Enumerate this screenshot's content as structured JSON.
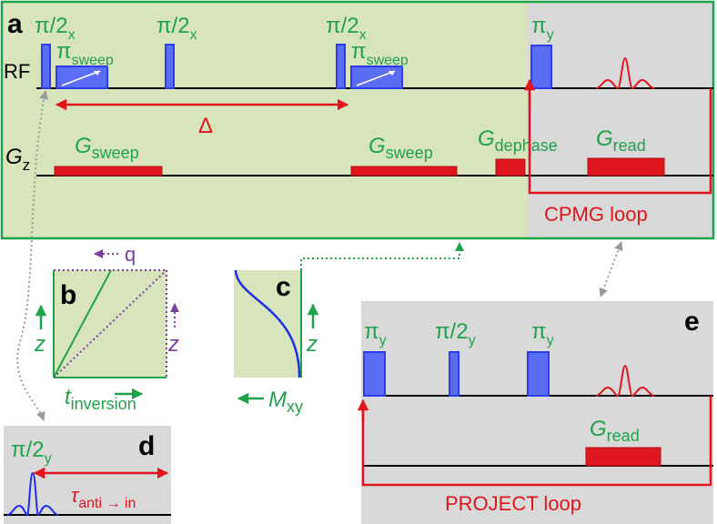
{
  "colors": {
    "panel_green_bg": "#d8e4bc",
    "panel_green_border": "#1fa34a",
    "panel_gray_bg": "#d9d9d9",
    "pulse_blue": "#2b3cf0",
    "pulse_blue_fill": "#5b6cf5",
    "gradient_red": "#e0161e",
    "label_green": "#1fa34a",
    "label_red": "#e0161e",
    "label_purple": "#7b3fa0"
  },
  "panel_a": {
    "letter": "a",
    "rf_label": "RF",
    "gz_label_main": "G",
    "gz_label_sub": "z",
    "pulse1_main": "π/2",
    "pulse1_sub": "x",
    "pulse2_main": "π/2",
    "pulse2_sub": "x",
    "pulse3_main": "π/2",
    "pulse3_sub": "x",
    "sweep1_main": "π",
    "sweep1_sub": "sweep",
    "sweep2_main": "π",
    "sweep2_sub": "sweep",
    "pi_y_main": "π",
    "pi_y_sub": "y",
    "delta": "Δ",
    "g_sweep1_main": "G",
    "g_sweep1_sub": "sweep",
    "g_sweep2_main": "G",
    "g_sweep2_sub": "sweep",
    "g_dephase_main": "G",
    "g_dephase_sub": "dephase",
    "g_read_main": "G",
    "g_read_sub": "read",
    "loop_label": "CPMG loop"
  },
  "panel_b": {
    "letter": "b",
    "q_label": "q",
    "z_left": "z",
    "z_right": "z",
    "x_main": "t",
    "x_sub": "inversion"
  },
  "panel_c": {
    "letter": "c",
    "z_label": "z",
    "x_main": "M",
    "x_sub": "xy"
  },
  "panel_d": {
    "letter": "d",
    "pulse_main": "π/2",
    "pulse_sub": "y",
    "tau_main": "τ",
    "tau_sub": "anti → in"
  },
  "panel_e": {
    "letter": "e",
    "pulse1_main": "π",
    "pulse1_sub": "y",
    "pulse2_main": "π/2",
    "pulse2_sub": "y",
    "pulse3_main": "π",
    "pulse3_sub": "y",
    "g_read_main": "G",
    "g_read_sub": "read",
    "loop_label": "PROJECT loop"
  }
}
